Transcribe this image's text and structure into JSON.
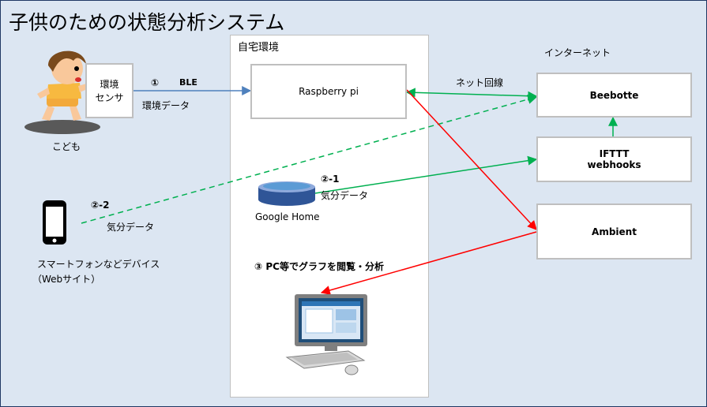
{
  "title": "子供のための状態分析システム",
  "home_label": "自宅環境",
  "internet_label": "インターネット",
  "child_label": "こども",
  "sensor": {
    "line1": "環境",
    "line2": "センサ"
  },
  "ble": {
    "num": "①",
    "label": "BLE",
    "data_label": "環境データ"
  },
  "raspberry": "Raspberry pi",
  "net_line": "ネット回線",
  "beebotte": "Beebotte",
  "ifttt": {
    "line1": "IFTTT",
    "line2": "webhooks"
  },
  "ambient": "Ambient",
  "google": {
    "num": "②-1",
    "data_label": "気分データ",
    "label": "Google Home"
  },
  "phone": {
    "num": "②-2",
    "data_label": "気分データ",
    "line1": "スマートフォンなどデバイス",
    "line2": "（Webサイト）"
  },
  "pc": {
    "label": "③ PC等でグラフを閲覧・分析"
  },
  "colors": {
    "blue": "#4f81bd",
    "green": "#00b050",
    "red": "#ff0000",
    "border": "#bfbfbf",
    "bg": "#dce6f2"
  }
}
